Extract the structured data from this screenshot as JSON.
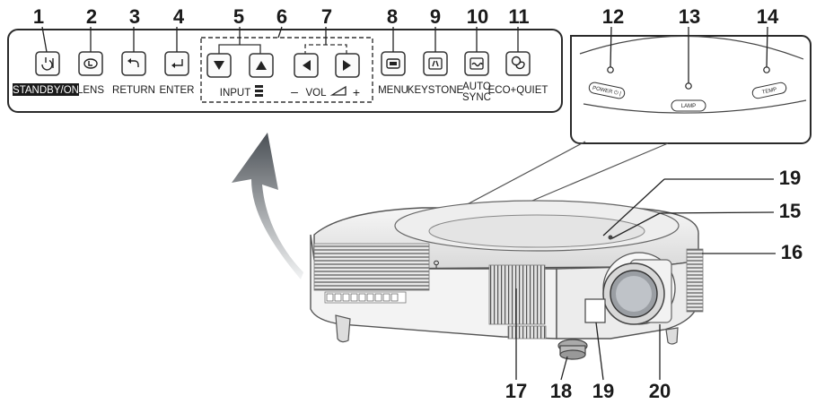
{
  "callouts": {
    "n1": "1",
    "n2": "2",
    "n3": "3",
    "n4": "4",
    "n5": "5",
    "n6": "6",
    "n7": "7",
    "n8": "8",
    "n9": "9",
    "n10": "10",
    "n11": "11",
    "n12": "12",
    "n13": "13",
    "n14": "14",
    "n15": "15",
    "n16": "16",
    "n17": "17",
    "n18": "18",
    "n19a": "19",
    "n19b": "19",
    "n20": "20"
  },
  "control_panel": {
    "standby_on": "STANDBY/ON",
    "lens": "LENS",
    "return": "RETURN",
    "enter": "ENTER",
    "input": "INPUT",
    "vol_minus": "–",
    "vol": "VOL",
    "vol_plus": "+",
    "menu": "MENU",
    "keystone": "KEYSTONE",
    "auto": "AUTO",
    "sync": "SYNC",
    "eco_quiet": "ECO+QUIET"
  },
  "indicators": {
    "power": "POWER ⏻ |",
    "lamp": "LAMP",
    "temp": "TEMP"
  },
  "colors": {
    "panel_stroke": "#2a2a2a",
    "arrow_gradient_top": "#4a4f55",
    "arrow_gradient_bottom": "#f2f3f4",
    "standby_label_bg": "#1a1a1a"
  }
}
